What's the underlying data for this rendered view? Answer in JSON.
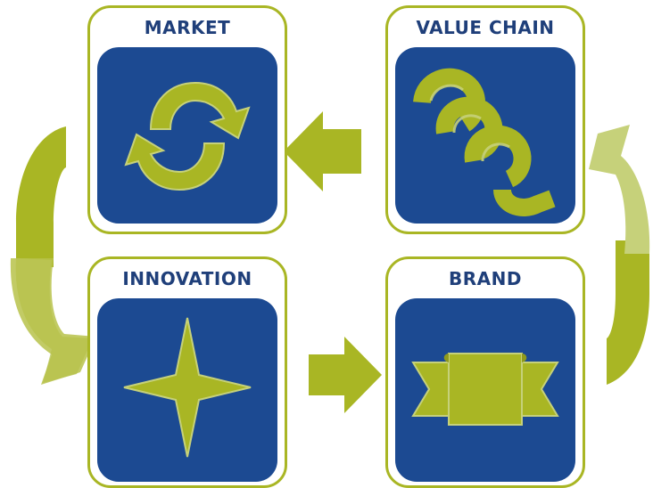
{
  "colors": {
    "accent": "#a9b624",
    "accent_light": "#c6d17a",
    "panel_blue": "#1c4a92",
    "title_blue": "#1f3f7a"
  },
  "cards": {
    "market": {
      "title": "MARKET",
      "icon": "recycle-arrows-icon"
    },
    "value_chain": {
      "title": "VALUE CHAIN",
      "icon": "chain-links-icon"
    },
    "innovation": {
      "title": "INNOVATION",
      "icon": "four-point-star-icon"
    },
    "brand": {
      "title": "BRAND",
      "icon": "ribbon-banner-icon"
    }
  },
  "connectors": [
    {
      "icon": "arrow-left-icon"
    },
    {
      "icon": "arrow-right-icon"
    },
    {
      "icon": "curved-arrow-down-icon"
    },
    {
      "icon": "curved-arrow-up-icon"
    }
  ]
}
